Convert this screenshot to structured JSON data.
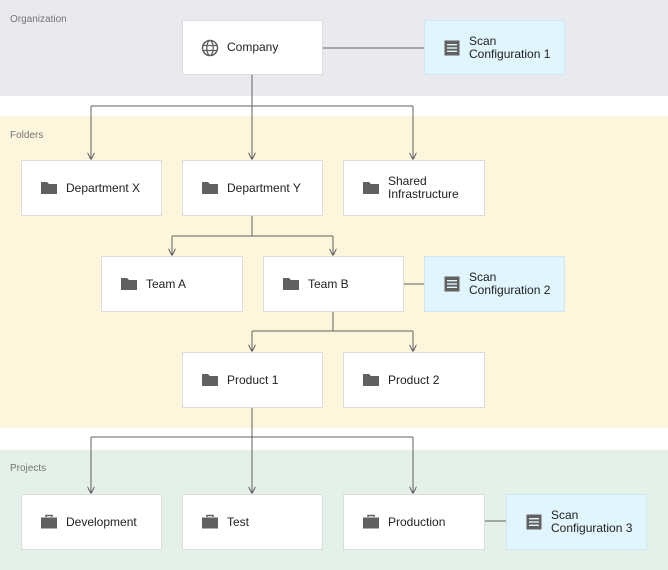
{
  "colors": {
    "organization_band": "#e8eaed",
    "folders_band": "#fdf6dd",
    "projects_band": "#e3f1e8",
    "scan_config_fill": "#e1f5fe",
    "connector": "#616161",
    "icon": "#616161"
  },
  "bands": {
    "organization": "Organization",
    "folders": "Folders",
    "projects": "Projects"
  },
  "nodes": {
    "company": {
      "label": "Company",
      "icon": "globe-icon"
    },
    "department_x": {
      "label": "Department X",
      "icon": "folder-icon"
    },
    "department_y": {
      "label": "Department Y",
      "icon": "folder-icon"
    },
    "shared_infrastructure": {
      "label": "Shared\nInfrastructure",
      "icon": "folder-icon"
    },
    "team_a": {
      "label": "Team A",
      "icon": "folder-icon"
    },
    "team_b": {
      "label": "Team B",
      "icon": "folder-icon"
    },
    "product_1": {
      "label": "Product 1",
      "icon": "folder-icon"
    },
    "product_2": {
      "label": "Product 2",
      "icon": "folder-icon"
    },
    "development": {
      "label": "Development",
      "icon": "briefcase-icon"
    },
    "test": {
      "label": "Test",
      "icon": "briefcase-icon"
    },
    "production": {
      "label": "Production",
      "icon": "briefcase-icon"
    }
  },
  "scan_configs": {
    "config_1": {
      "label": "Scan\nConfiguration 1",
      "icon": "document-icon"
    },
    "config_2": {
      "label": "Scan\nConfiguration 2",
      "icon": "document-icon"
    },
    "config_3": {
      "label": "Scan\nConfiguration 3",
      "icon": "document-icon"
    }
  }
}
